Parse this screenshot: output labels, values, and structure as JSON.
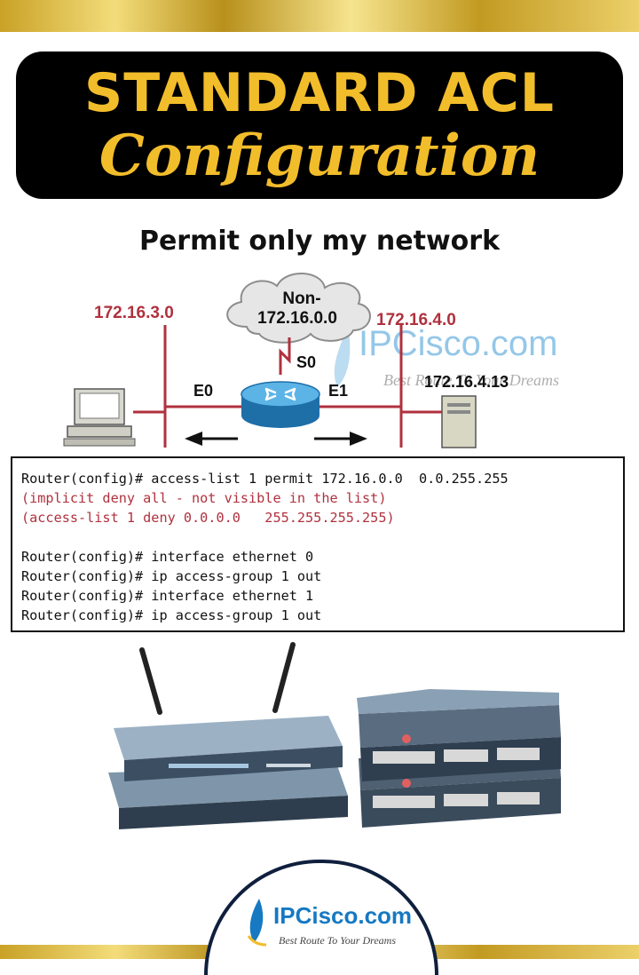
{
  "banner": {
    "title": "STANDARD ACL",
    "subtitle": "Configuration"
  },
  "heading": "Permit only my network",
  "diagram": {
    "networks": {
      "left": "172.16.3.0",
      "right": "172.16.4.0",
      "host": "172.16.4.13"
    },
    "cloud": {
      "line1": "Non-",
      "line2": "172.16.0.0"
    },
    "ports": {
      "e0": "E0",
      "e1": "E1",
      "s0": "S0"
    },
    "watermark": {
      "brand": "IPCisco.com",
      "tagline": "Best Route To Your Dreams"
    }
  },
  "config": {
    "lines": [
      "Router(config)# access-list 1 permit 172.16.0.0  0.0.255.255",
      "(implicit deny all - not visible in the list)",
      "(access-list 1 deny 0.0.0.0   255.255.255.255)",
      "Router(config)# interface ethernet 0",
      "Router(config)# ip access-group 1 out",
      "Router(config)# interface ethernet 1",
      "Router(config)# ip access-group 1 out"
    ]
  },
  "footer_logo": {
    "brand": "IPCisco.com",
    "tagline": "Best Route To Your Dreams"
  },
  "colors": {
    "gold": "#f2bd2a",
    "network_red": "#b0313e",
    "router_blue": "#3a9bd5"
  }
}
